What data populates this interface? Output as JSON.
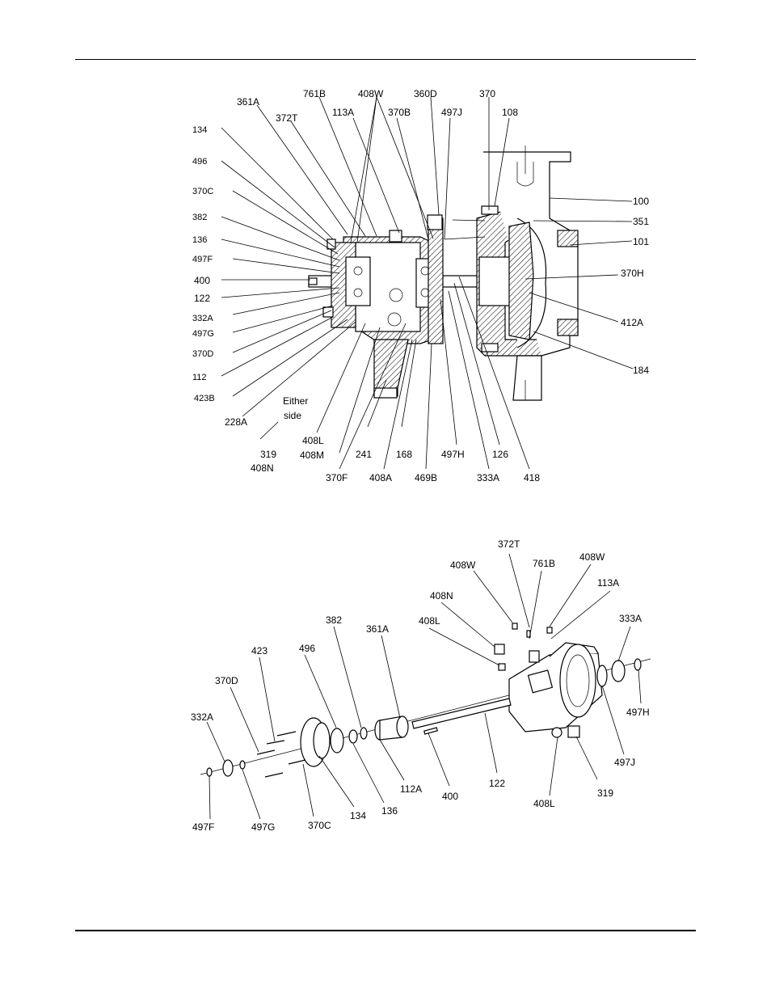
{
  "top_diagram": {
    "labels": [
      "361A",
      "761B",
      "408W",
      "360D",
      "370",
      "134",
      "372T",
      "113A",
      "370B",
      "497J",
      "108",
      "496",
      "370C",
      "100",
      "382",
      "351",
      "136",
      "101",
      "497F",
      "400",
      "370H",
      "122",
      "332A",
      "412A",
      "497G",
      "370D",
      "184",
      "112",
      "423B",
      "Either",
      "side",
      "228A",
      "319",
      "408N",
      "408L",
      "408M",
      "241",
      "168",
      "497H",
      "126",
      "370F",
      "408A",
      "469B",
      "333A",
      "418"
    ]
  },
  "bottom_diagram": {
    "labels": [
      "372T",
      "761B",
      "408W",
      "408W",
      "113A",
      "408N",
      "333A",
      "408L",
      "382",
      "361A",
      "496",
      "423",
      "370D",
      "332A",
      "497H",
      "497J",
      "112A",
      "400",
      "122",
      "319",
      "408L",
      "497F",
      "497G",
      "370C",
      "134",
      "136"
    ]
  }
}
